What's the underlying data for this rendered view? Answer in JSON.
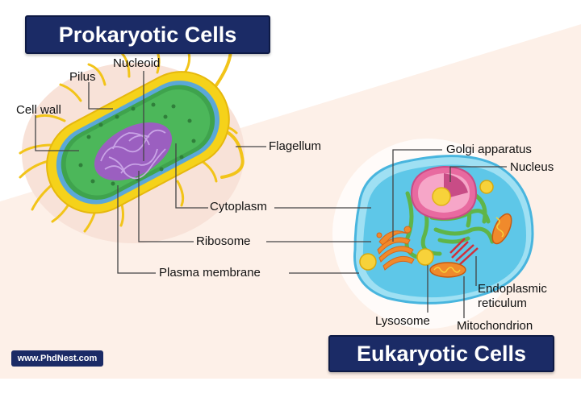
{
  "titles": {
    "prokaryotic": "Prokaryotic Cells",
    "eukaryotic": "Eukaryotic Cells"
  },
  "watermark": "www.PhdNest.com",
  "prokaryotic_labels": {
    "nucleoid": "Nucleoid",
    "pilus": "Pilus",
    "cell_wall": "Cell wall",
    "flagellum": "Flagellum",
    "cytoplasm": "Cytoplasm",
    "ribosome": "Ribosome",
    "plasma_membrane": "Plasma membrane"
  },
  "eukaryotic_labels": {
    "golgi": "Golgi apparatus",
    "nucleus": "Nucleus",
    "er_line1": "Endoplasmic",
    "er_line2": "reticulum",
    "lysosome": "Lysosome",
    "mitochondrion": "Mitochondrion"
  },
  "colors": {
    "title_bg": "#1b2b66",
    "background_tint": "#fdf0e8",
    "cell_wall": "#f5d21a",
    "cytoplasm_pro": "#3fa34d",
    "nucleoid": "#9b5fc0",
    "cytoplasm_eu": "#5ec7e8",
    "nucleus": "#e86aa0",
    "golgi": "#f08a2c",
    "er": "#5fb548"
  }
}
